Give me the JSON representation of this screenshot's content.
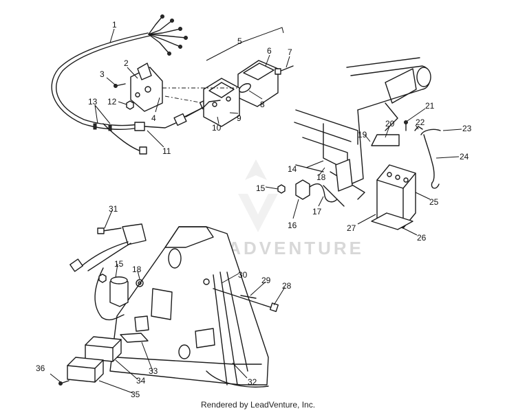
{
  "diagram": {
    "callouts": [
      "1",
      "2",
      "3",
      "4",
      "5",
      "6",
      "7",
      "8",
      "9",
      "10",
      "11",
      "12",
      "13",
      "14",
      "15",
      "16",
      "17",
      "18",
      "19",
      "20",
      "21",
      "22",
      "23",
      "24",
      "25",
      "26",
      "27",
      "28",
      "29",
      "30",
      "31",
      "32",
      "33",
      "34",
      "35",
      "36"
    ],
    "callouts_repeat": {
      "15": "15",
      "18": "18"
    }
  },
  "watermark": {
    "text": "LEADVENTURE"
  },
  "footer": {
    "text": "Rendered by LeadVenture, Inc."
  }
}
